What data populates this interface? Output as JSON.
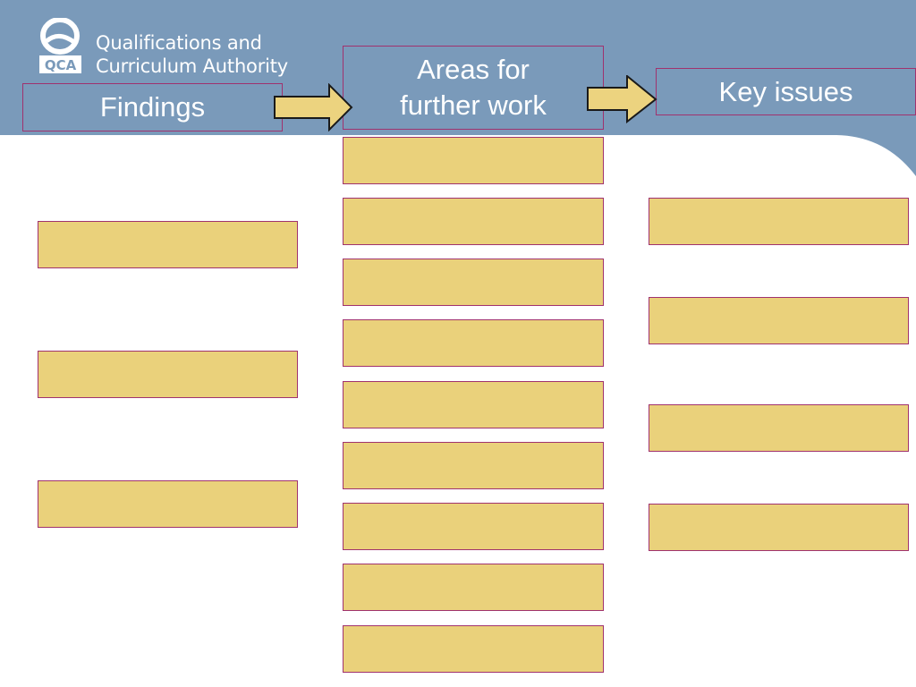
{
  "logo": {
    "line1": "Qualifications and",
    "line2": "Curriculum Authority",
    "mark_text": "QCA"
  },
  "headers": {
    "findings": "Findings",
    "areas_line1": "Areas for",
    "areas_line2": "further work",
    "key_issues": "Key issues"
  },
  "colors": {
    "banner": "#7a9aba",
    "box_fill": "#ead17b",
    "box_border": "#a0326e",
    "arrow_fill": "#ecd37f"
  },
  "icons": [
    "qca-logo-icon",
    "arrow-right-icon"
  ]
}
